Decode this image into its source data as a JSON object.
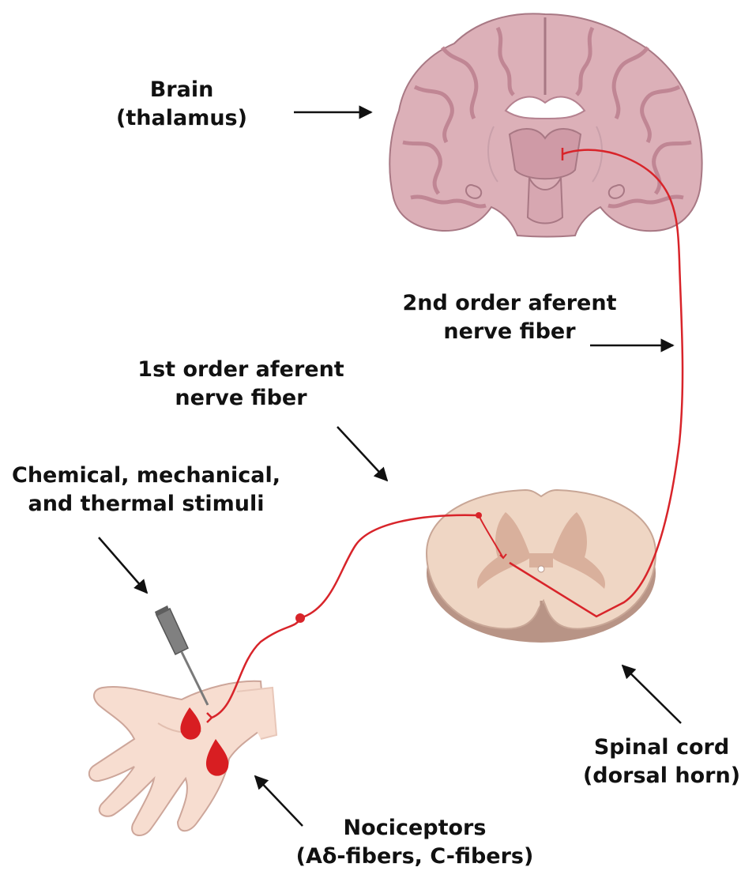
{
  "labels": {
    "brain": {
      "line1": "Brain",
      "line2": "(thalamus)"
    },
    "second_order": {
      "line1": "2nd order aferent",
      "line2": "nerve fiber"
    },
    "first_order": {
      "line1": "1st order aferent",
      "line2": "nerve fiber"
    },
    "stimuli": {
      "line1": "Chemical, mechanical,",
      "line2": "and thermal stimuli"
    },
    "spinal_cord": {
      "line1": "Spinal cord",
      "line2": "(dorsal horn)"
    },
    "nociceptors": {
      "line1": "Nociceptors",
      "line2": "(Aδ-fibers, C-fibers)"
    }
  },
  "colors": {
    "brain_fill": "#dcb0b8",
    "brain_outline": "#a87884",
    "brain_inner": "#c98f9b",
    "spinal_white_matter": "#efd6c4",
    "spinal_grey_matter": "#d9b09c",
    "spinal_side": "#b89486",
    "skin": "#f7ddd0",
    "skin_outline": "#cda69a",
    "blood": "#d81e22",
    "nerve": "#d8242a",
    "arrow": "#111111"
  },
  "icons": {
    "brain": "brain-icon",
    "spinal_cord": "spinal-cord-icon",
    "hand": "hand-icon",
    "needle": "syringe-needle-icon",
    "blood": "blood-drop-icon"
  }
}
